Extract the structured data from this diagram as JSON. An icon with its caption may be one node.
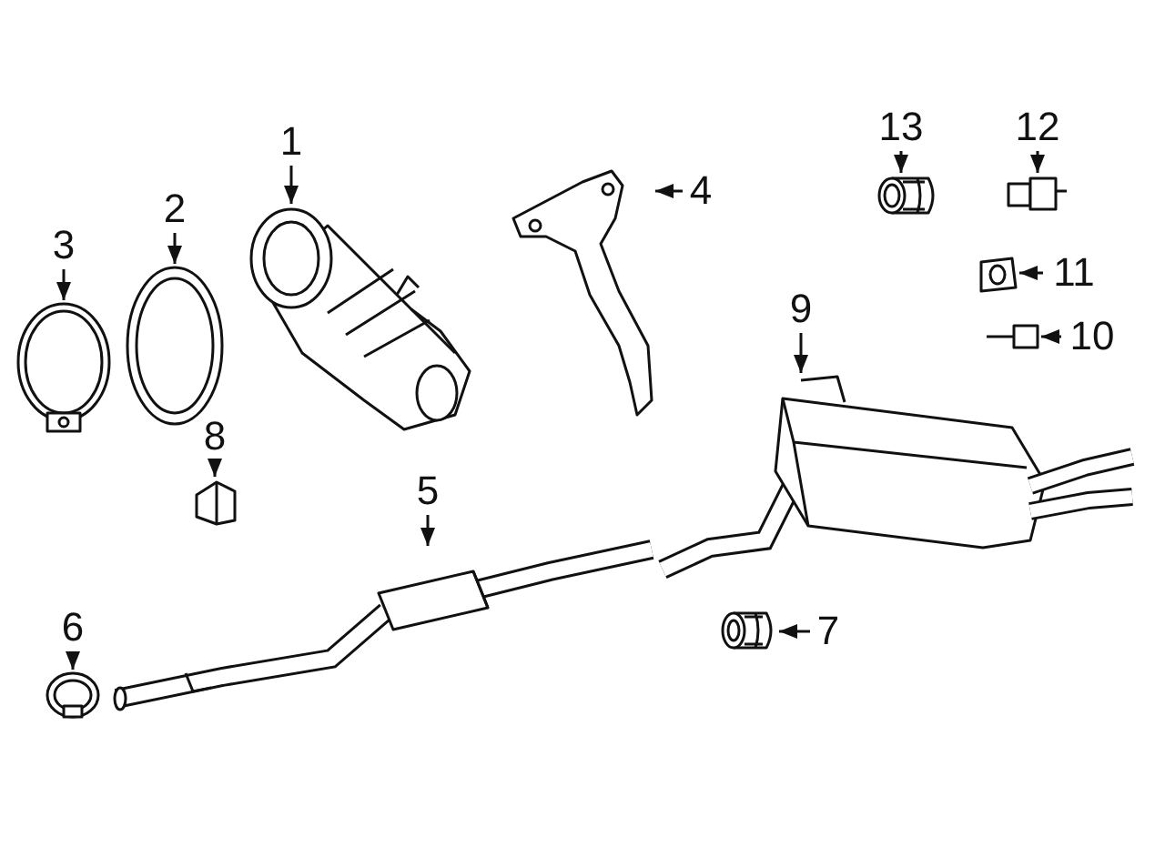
{
  "diagram": {
    "nodes": [
      {
        "text": [
          "1"
        ]
      },
      {
        "text": [
          "2"
        ]
      },
      {
        "text": [
          "3"
        ]
      },
      {
        "text": [
          "4"
        ]
      },
      {
        "text": [
          "5"
        ]
      },
      {
        "text": [
          "6"
        ]
      },
      {
        "text": [
          "7"
        ]
      },
      {
        "text": [
          "8"
        ]
      },
      {
        "text": [
          "9"
        ]
      },
      {
        "text": [
          "10"
        ]
      },
      {
        "text": [
          "11"
        ]
      },
      {
        "text": [
          "12"
        ]
      },
      {
        "text": [
          "13"
        ]
      },
      {
        "text": [],
        "shape": "picture"
      },
      {
        "text": [],
        "shape": "picture"
      },
      {
        "text": [],
        "shape": "picture"
      },
      {
        "text": [],
        "shape": "picture"
      },
      {
        "text": [],
        "shape": "picture"
      },
      {
        "text": [],
        "shape": "picture"
      },
      {
        "text": [],
        "shape": "picture"
      },
      {
        "text": [],
        "shape": "picture"
      },
      {
        "text": [],
        "shape": "picture"
      },
      {
        "text": [],
        "shape": "picture"
      },
      {
        "text": [],
        "shape": "picture"
      },
      {
        "text": [],
        "shape": "picture"
      },
      {
        "text": [],
        "shape": "picture"
      }
    ],
    "edges": [
      {
        "from": 0,
        "to": 13,
        "arrow": "to"
      },
      {
        "from": 1,
        "to": 14,
        "arrow": "to"
      },
      {
        "from": 2,
        "to": 15,
        "arrow": "to"
      },
      {
        "from": 3,
        "to": 16,
        "arrow": "to"
      },
      {
        "from": 4,
        "to": 17,
        "arrow": "to"
      },
      {
        "from": 5,
        "to": 18,
        "arrow": "to"
      },
      {
        "from": 6,
        "to": 19,
        "arrow": "to"
      },
      {
        "from": 7,
        "to": 20,
        "arrow": "to"
      },
      {
        "from": 8,
        "to": 21,
        "arrow": "to"
      },
      {
        "from": 9,
        "to": 22,
        "arrow": "to"
      },
      {
        "from": 10,
        "to": 23,
        "arrow": "to"
      },
      {
        "from": 11,
        "to": 24,
        "arrow": "to"
      },
      {
        "from": 12,
        "to": 25,
        "arrow": "to"
      }
    ]
  }
}
